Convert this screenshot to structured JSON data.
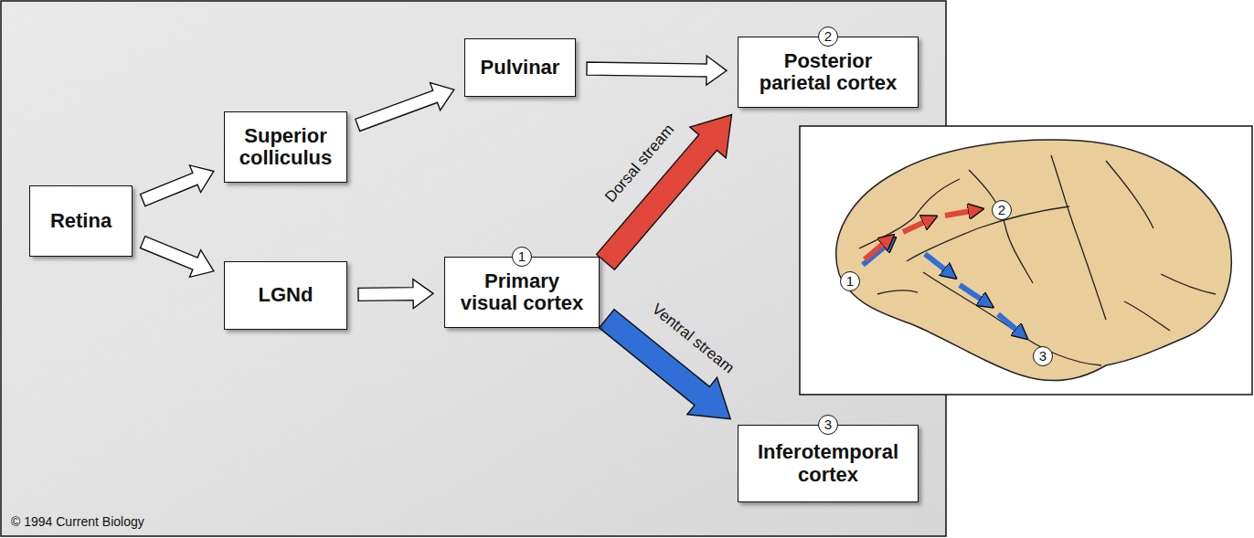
{
  "diagram": {
    "nodes": [
      {
        "text": [
          "Retina"
        ]
      },
      {
        "text": [
          "Superior colliculus"
        ]
      },
      {
        "text": [
          "LGNd"
        ]
      },
      {
        "text": [
          "Pulvinar"
        ]
      },
      {
        "text": [
          "Primary visual cortex"
        ]
      },
      {
        "text": [
          "Posterior parietal cortex"
        ]
      },
      {
        "text": [
          "Inferotemporal cortex"
        ]
      }
    ],
    "edges": [
      {
        "from": 0,
        "to": 1,
        "arrow": "to"
      },
      {
        "from": 0,
        "to": 2,
        "arrow": "to"
      },
      {
        "from": 1,
        "to": 3,
        "arrow": "to"
      },
      {
        "from": 3,
        "to": 5,
        "arrow": "to"
      },
      {
        "from": 2,
        "to": 4,
        "arrow": "to"
      },
      {
        "from": 4,
        "to": 5,
        "label": "Dorsal stream",
        "arrow": "to"
      },
      {
        "from": 4,
        "to": 6,
        "label": "Ventral stream",
        "arrow": "to"
      }
    ],
    "labels": [
      "1",
      "2",
      "3",
      "1",
      "2",
      "3",
      "© 1994 Current Biology"
    ]
  }
}
